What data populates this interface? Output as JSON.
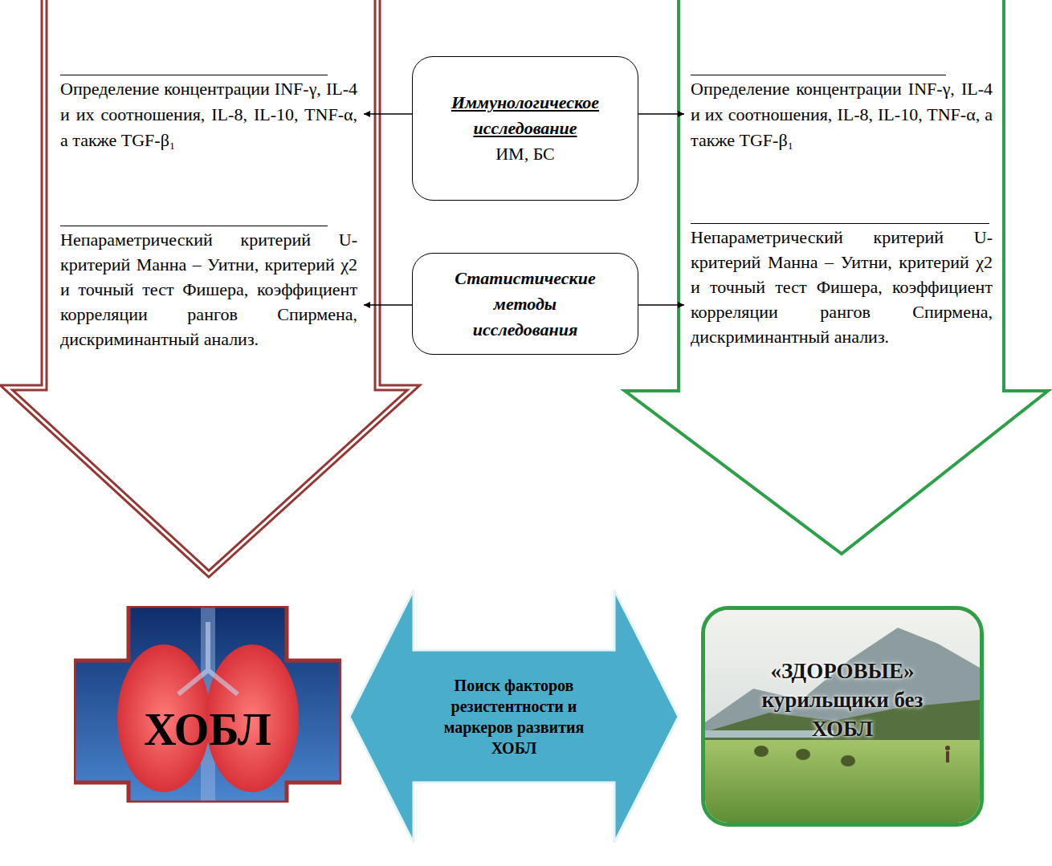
{
  "diagram": {
    "nodes": [
      {
        "text": [
          "Определение концентрации INF-γ, IL-4 и их соотношения, IL-8, IL-10, TNF-α, а также TGF-β₁"
        ]
      },
      {
        "text": [
          "Иммунологическое исследование",
          "ИМ, БС"
        ]
      },
      {
        "text": [
          "Определение концентрации INF-γ, IL-4 и их соотношения, IL-8, IL-10, TNF-α, а также TGF-β₁"
        ]
      },
      {
        "text": [
          "Непараметрический критерий U-критерий Манна – Уитни, критерий χ2 и точный тест Фишера, коэффициент корреляции рангов Спирмена, дискриминантный анализ."
        ]
      },
      {
        "text": [
          "Статистические методы исследования"
        ]
      },
      {
        "text": [
          "Непараметрический критерий U-критерий Манна – Уитни, критерий χ2 и точный тест Фишера, коэффициент корреляции рангов Спирмена, дискриминантный анализ."
        ]
      },
      {
        "text": [
          "ХОБЛ"
        ]
      },
      {
        "text": [
          "Поиск факторов резистентности и маркеров развития ХОБЛ"
        ]
      },
      {
        "text": [
          "«ЗДОРОВЫЕ» курильщики без ХОБЛ"
        ]
      }
    ],
    "edges": [
      {
        "from": 1,
        "to": 0,
        "arrow": "to"
      },
      {
        "from": 1,
        "to": 2,
        "arrow": "to"
      },
      {
        "from": 4,
        "to": 3,
        "arrow": "to"
      },
      {
        "from": 4,
        "to": 5,
        "arrow": "to"
      }
    ]
  }
}
